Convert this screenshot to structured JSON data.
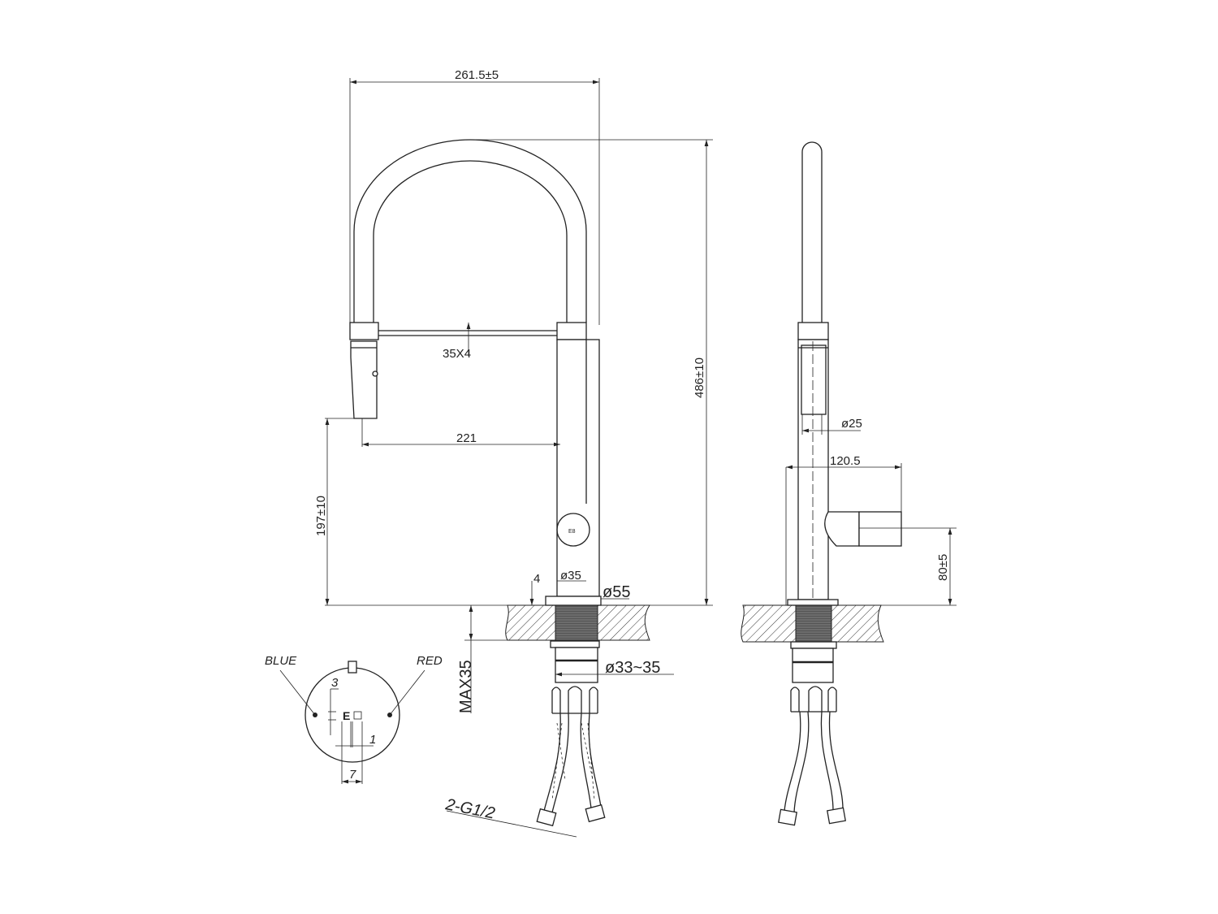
{
  "drawing": {
    "front_view": {
      "dim_width": "261.5±5",
      "dim_hose": "35X4",
      "dim_reach": "221",
      "dim_height": "486±10",
      "dim_spout_height": "197±10",
      "dim_body": "ø35",
      "dim_base": "ø55",
      "dim_base_thickness": "4",
      "dim_hole": "ø33~35",
      "dim_counter": "MAX35",
      "dim_thread": "2-G1/2"
    },
    "side_view": {
      "dim_spout": "ø25",
      "dim_depth": "120.5",
      "dim_lever": "80±5"
    },
    "detail": {
      "label_cold": "BLUE",
      "label_hot": "RED",
      "dim_a": "3",
      "dim_b": "1",
      "dim_c": "7",
      "mark": "E"
    },
    "colors": {
      "line": "#222222",
      "background": "#ffffff"
    }
  }
}
